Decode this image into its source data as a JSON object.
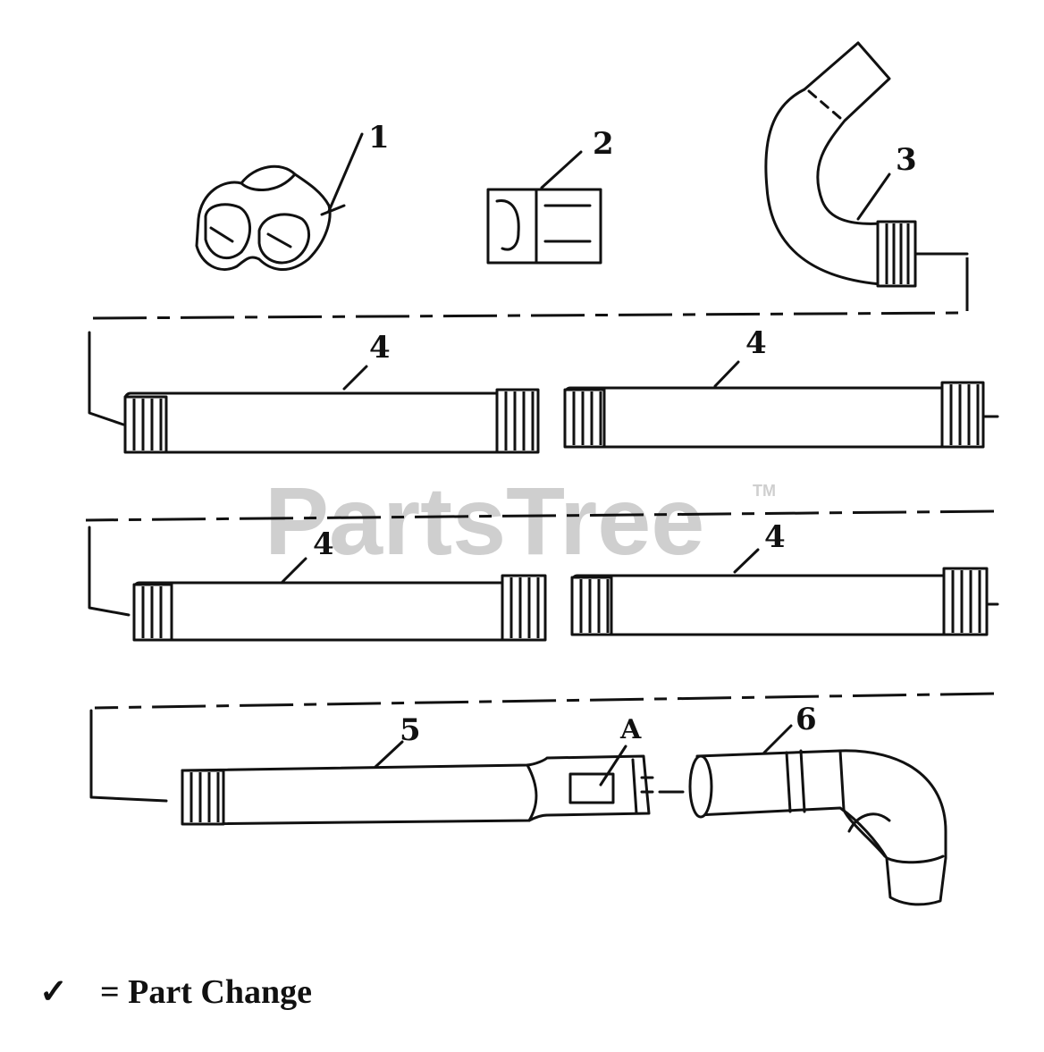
{
  "diagram": {
    "callouts": {
      "goggles": "1",
      "clip": "2",
      "elbow_tube": "3",
      "tube_a": "4",
      "tube_b": "4",
      "tube_c": "4",
      "tube_d": "4",
      "end_tube": "5",
      "nozzle": "6",
      "detail_a": "A"
    },
    "watermark": {
      "text": "PartsTree",
      "tm": "TM"
    },
    "legend": {
      "symbol": "✓",
      "text": "= Part Change"
    }
  }
}
